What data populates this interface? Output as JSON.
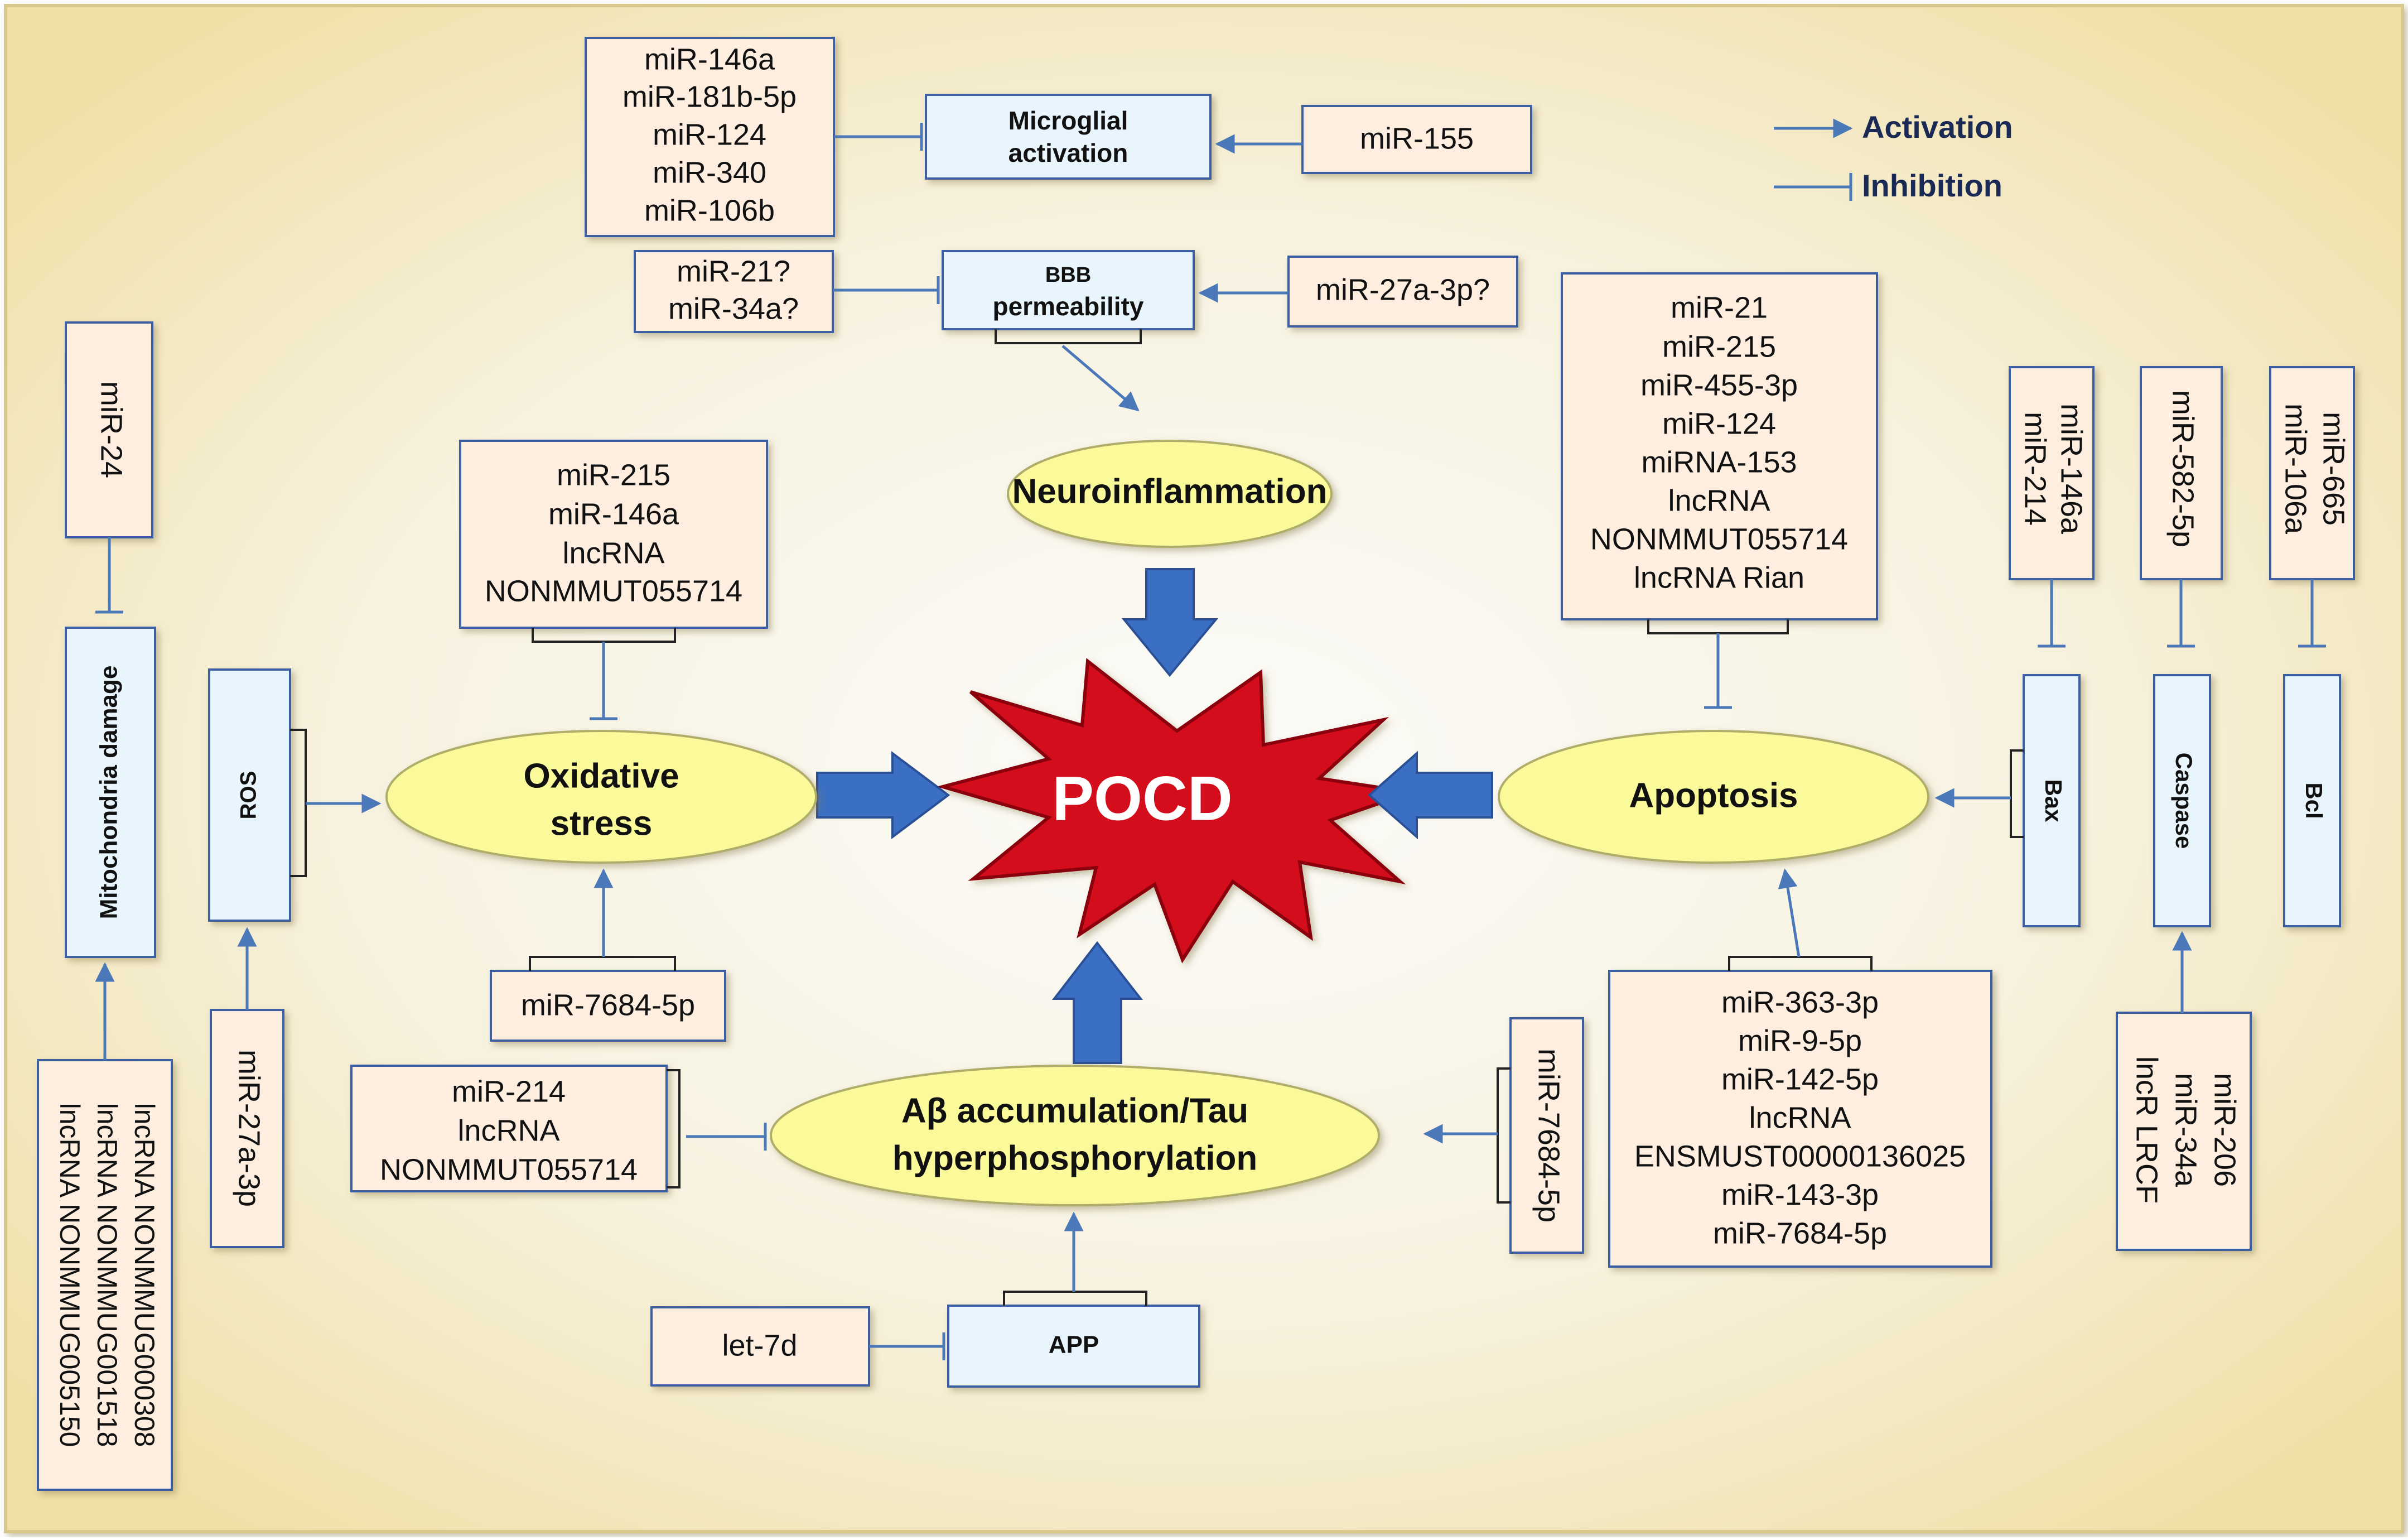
{
  "center": "POCD",
  "legend": {
    "activation": "Activation",
    "inhibition": "Inhibition"
  },
  "processes": {
    "neuroinflammation": "Neuroinflammation",
    "oxidative": [
      "Oxidative",
      "stress"
    ],
    "apoptosis": "Apoptosis",
    "abeta": [
      "Aβ accumulation/Tau",
      "hyperphosphorylation"
    ]
  },
  "targets": {
    "microglial": [
      "Microglial",
      "activation"
    ],
    "bbb": [
      "BBB",
      "permeability"
    ],
    "ros": "ROS",
    "mito": "Mitochondria damage",
    "app": "APP",
    "bax": "Bax",
    "caspase": "Caspase",
    "bcl": "Bcl"
  },
  "regulators": {
    "microglial_inhib": [
      "miR-146a",
      "miR-181b-5p",
      "miR-124",
      "miR-340",
      "miR-106b"
    ],
    "microglial_act": [
      "miR-155"
    ],
    "bbb_inhib": [
      "miR-21?",
      "miR-34a?"
    ],
    "bbb_act": [
      "miR-27a-3p?"
    ],
    "oxidative_inhib": [
      "miR-215",
      "miR-146a",
      "lncRNA",
      "NONMMUT055714"
    ],
    "oxidative_act": [
      "miR-7684-5p"
    ],
    "apoptosis_inhib": [
      "miR-21",
      "miR-215",
      "miR-455-3p",
      "miR-124",
      "miRNA-153",
      "lncRNA",
      "NONMMUT055714",
      "lncRNA Rian"
    ],
    "apoptosis_act": [
      "miR-363-3p",
      "miR-9-5p",
      "miR-142-5p",
      "lncRNA",
      "ENSMUST00000136025",
      "miR-143-3p",
      "miR-7684-5p"
    ],
    "mito_inhib": [
      "miR-24"
    ],
    "mito_act": [
      "lncRNA NONMMUG000308",
      "lncRNA NONMMUG001518",
      "lncRNA NONMMUG005150"
    ],
    "ros_act": [
      "miR-27a-3p"
    ],
    "abeta_inhib": [
      "miR-214",
      "lncRNA",
      "NONMMUT055714"
    ],
    "abeta_act": [
      "miR-7684-5p"
    ],
    "app_inhib": [
      "let-7d"
    ],
    "bax_inhib": [
      "miR-146a",
      "miR-214"
    ],
    "caspase_inhib": [
      "miR-582-5p"
    ],
    "caspase_act": [
      "miR-206",
      "miR-34a",
      "lncR LRCF"
    ],
    "bcl_inhib": [
      "miR-665",
      "miR-106a"
    ]
  },
  "colors": {
    "frame_edge": "#f0dfa6",
    "frame_center": "#fbfbf9",
    "ellipse_fill": "#fafa9a",
    "box_fill": "#fdeee0",
    "target_fill": "#e8f5fc",
    "line": "#4a78b8",
    "arrow_fill": "#3a6fc4",
    "pocd_fill": "#d4101c",
    "legend_text": "#1a2a55"
  }
}
